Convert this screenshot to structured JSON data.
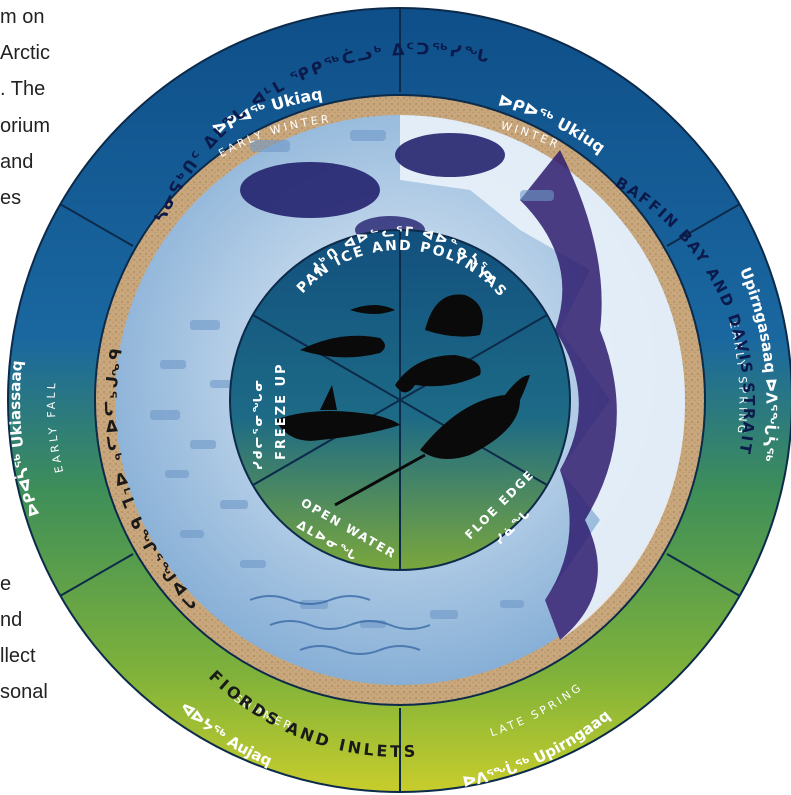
{
  "side_text": [
    "m on",
    "Arctic",
    ". The",
    "orium",
    "and",
    "es",
    "e",
    "nd",
    "llect",
    "sonal"
  ],
  "outer_ring": {
    "sections": [
      {
        "syllabics": "ᐅᑭᐊᖅ",
        "name": "Ukiaq",
        "label": "EARLY WINTER"
      },
      {
        "syllabics": "ᐅᑭᐅᖅ",
        "name": "Ukiuq",
        "label": "WINTER"
      },
      {
        "syllabics": "ᐅᐱᕐᖔᓵᖅ",
        "name": "Upirngasaaq",
        "label": "EARLY SPRING"
      },
      {
        "syllabics": "ᐅᐱᕐᖔᖅ",
        "name": "Upirngaaq",
        "label": "LATE SPRING"
      },
      {
        "syllabics": "ᐊᐅᔭᖅ",
        "name": "Aujaq",
        "label": "SUMMER"
      },
      {
        "syllabics": "ᐅᑭᐊᓵᖅ",
        "name": "Ukiassaaq",
        "label": "EARLY FALL"
      }
    ]
  },
  "ice_band": {
    "syllabics": "ᓴᓂᕋᒃᑎᑦ ᐃᒪᖓ ᐊᒻᒪ ᕿᑭᖅᑖᓗᒃ ᐃᑦᑐᖅᓯᖓ",
    "label": "BAFFIN BAY AND DAVIS STRAIT"
  },
  "brown_band": {
    "syllabics": "ᑲᖏᕐᓗᐊᓗᒃ ᐊᒻᒪ ᑲᖏᕐᖑᐊᓗ",
    "label": "FIORDS AND INLETS"
  },
  "inner_circle": {
    "pan_ice_syllabics": "ᓱᒃᑎ ᐊᐅᓪᓚᕐᒥ ᐊᐅᓐᓇᓴᕐᓂ",
    "pan_ice_label": "PAN ICE AND POLYNYAS",
    "freeze_up_label": "FREEZE UP",
    "freeze_up_syllabics": "ᓯᑯᓕᕐᓂᖓᓂ",
    "open_water_label": "OPEN WATER",
    "open_water_syllabics": "ᐃᒪᐅᓂᖓ",
    "floe_edge_label": "FLOE EDGE",
    "floe_edge_syllabics": "ᓯᓈᖓ"
  },
  "colors": {
    "outer_blue": "#14578f",
    "outer_green": "#4f9a3a",
    "outer_yellow": "#bcc72f",
    "brown": "#c9a77d",
    "ice_light": "#dbe9f5",
    "inner_blue": "#1b5e86",
    "inner_green": "#6e9f3b",
    "animal": "#0a0a0a"
  }
}
